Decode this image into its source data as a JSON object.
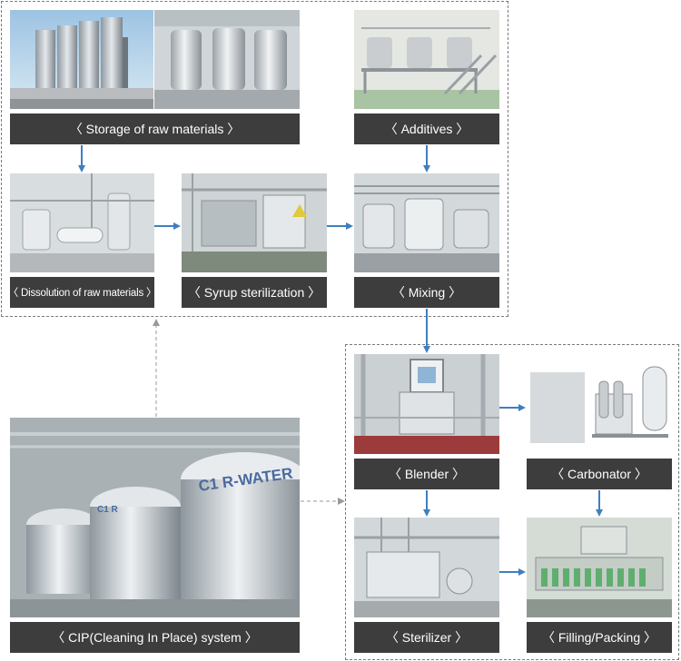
{
  "steps": {
    "storage": "〈 Storage of raw materials 〉",
    "additives": "〈 Additives 〉",
    "dissolution": "〈 Dissolution of raw materials 〉",
    "syrup": "〈 Syrup sterilization 〉",
    "mixing": "〈 Mixing 〉",
    "blender": "〈 Blender 〉",
    "carbonator": "〈 Carbonator 〉",
    "sterilizer": "〈 Sterilizer 〉",
    "filling": "〈 Filling/Packing 〉",
    "cip": "〈 CIP(Cleaning In Place) system 〉"
  },
  "tank_text": {
    "cip_tank_big": "C1 R-WATER",
    "cip_tank_mid": "C1 R"
  },
  "colors": {
    "label_bg": "#3d3d3d",
    "label_text": "#ffffff",
    "flow_arrow": "#3f7fbf",
    "dashed_link": "#9a9a9a",
    "group_border": "#7a7a7a"
  }
}
